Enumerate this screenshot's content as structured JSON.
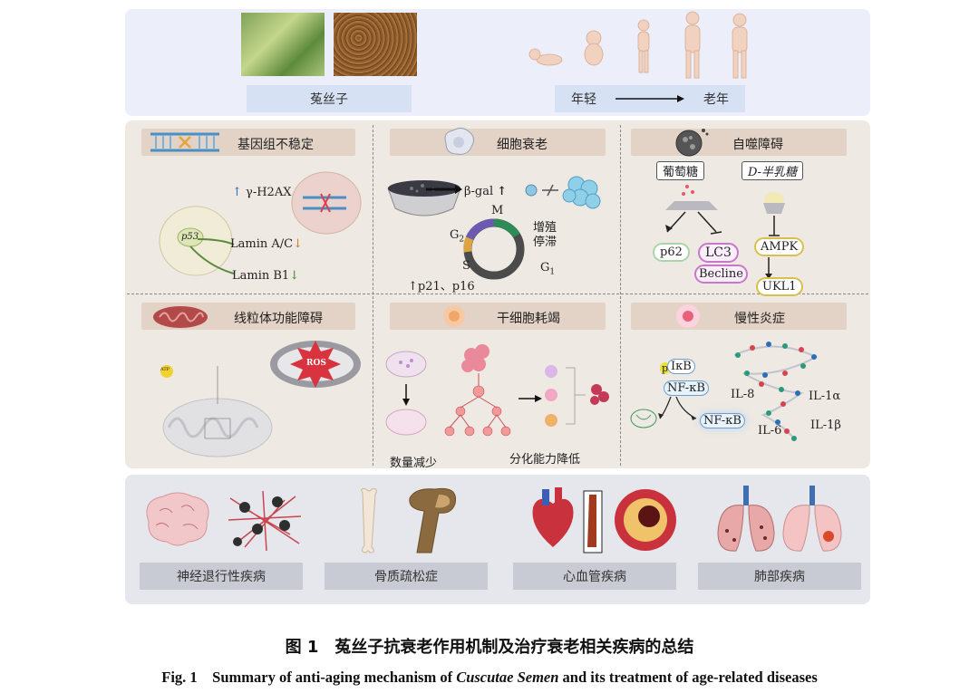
{
  "top": {
    "herb_label": "菟丝子",
    "young_label": "年轻",
    "old_label": "老年"
  },
  "mechanisms": {
    "genome": {
      "title": "基因组不稳定",
      "gamma_h2ax": "γ-H2AX",
      "lamin_ac": "Lamin A/C",
      "lamin_b1": "Lamin B1",
      "p53": "p53"
    },
    "senescence": {
      "title": "细胞衰老",
      "beta_gal": "β-gal",
      "phase_m": "M",
      "phase_g2": "G",
      "phase_g2_sub": "2",
      "phase_s": "S",
      "phase_g1": "G",
      "phase_g1_sub": "1",
      "p21": "p21、p16",
      "arrest": "增殖停滞"
    },
    "autophagy": {
      "title": "自噬障碍",
      "glucose": "葡萄糖",
      "galactose": "D-半乳糖",
      "p62": "p62",
      "lc3": "LC3",
      "beclin": "Becline",
      "ampk": "AMPK",
      "ulk1": "UKL1"
    },
    "mitochondria": {
      "title": "线粒体功能障碍",
      "ros": "ROS",
      "atp": "ATP"
    },
    "stem": {
      "title": "干细胞耗竭",
      "count": "数量减少",
      "diff": "分化能力降低"
    },
    "inflammation": {
      "title": "慢性炎症",
      "ikb": "IκB",
      "p_label": "p",
      "nfkb1": "NF-κB",
      "nfkb2": "NF-κB",
      "il8": "IL-8",
      "il1a": "IL-1α",
      "il6": "IL-6",
      "il1b": "IL-1β"
    }
  },
  "diseases": [
    "神经退行性疾病",
    "骨质疏松症",
    "心血管疾病",
    "肺部疾病"
  ],
  "caption": {
    "cn": "图 1　菟丝子抗衰老作用机制及治疗衰老相关疾病的总结",
    "en_prefix": "Fig. 1　Summary of anti-aging mechanism of ",
    "en_italic": "Cuscutae Semen",
    "en_suffix": " and its treatment of age-related diseases"
  },
  "colors": {
    "top_panel": "#eceef9",
    "mid_panel": "#efe9e3",
    "bottom_panel": "#e6e7ec",
    "header_tag": "#e2d3c6",
    "disease_tag": "#c9cbd4",
    "label_blue": "#d6e2f3"
  }
}
